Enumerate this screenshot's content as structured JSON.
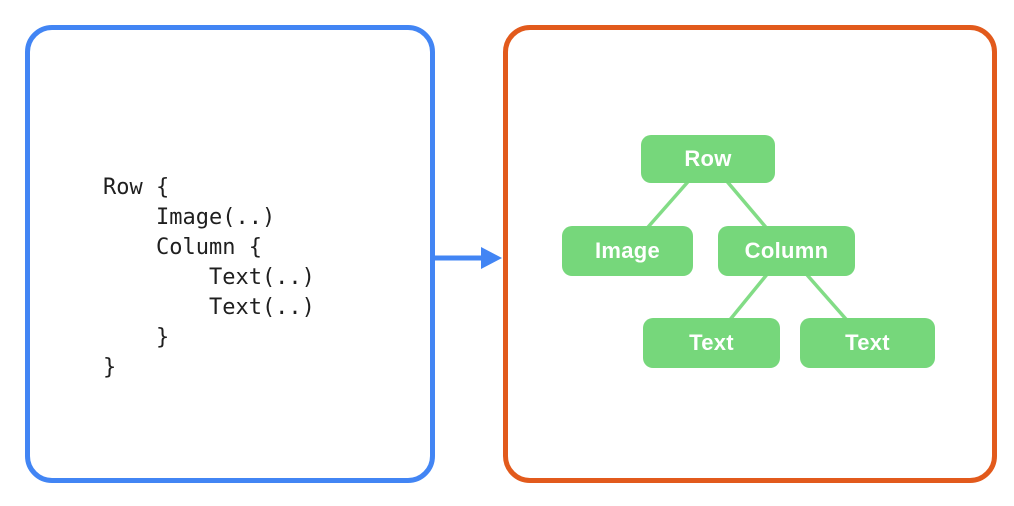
{
  "left_panel": {
    "description": "declarative UI code sample",
    "code_lines": [
      "Row {",
      "    Image(..)",
      "    Column {",
      "        Text(..)",
      "        Text(..)",
      "    }",
      "}"
    ]
  },
  "arrow": {
    "direction": "right"
  },
  "right_panel": {
    "description": "resulting UI element tree",
    "tree": {
      "nodes": [
        {
          "id": "row",
          "label": "Row"
        },
        {
          "id": "image",
          "label": "Image"
        },
        {
          "id": "column",
          "label": "Column"
        },
        {
          "id": "text1",
          "label": "Text"
        },
        {
          "id": "text2",
          "label": "Text"
        }
      ],
      "edges": [
        [
          "row",
          "image"
        ],
        [
          "row",
          "column"
        ],
        [
          "column",
          "text1"
        ],
        [
          "column",
          "text2"
        ]
      ]
    }
  },
  "colors": {
    "panel_blue": "#4285F4",
    "panel_orange": "#E25A1C",
    "node_green": "#76D77B",
    "edge_green": "#82DC86",
    "node_text": "#FFFFFF",
    "code_text": "#1F1F1F",
    "background": "#FFFFFF"
  }
}
